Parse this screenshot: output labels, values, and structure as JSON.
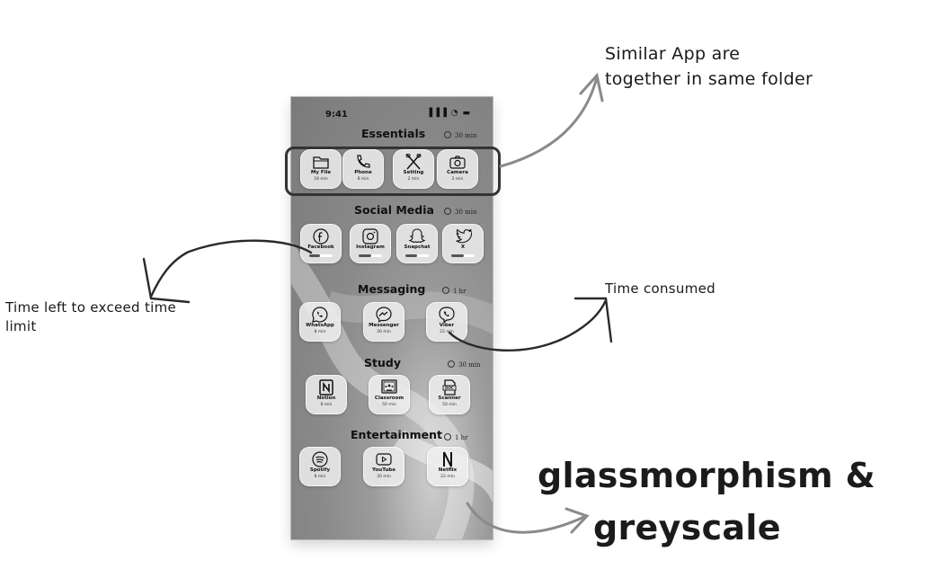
{
  "annotations": {
    "folder_note_line1": "Similar App are",
    "folder_note_line2": "together in same folder",
    "time_left_line1": "Time left to exceed time",
    "time_left_line2": "limit",
    "time_consumed": "Time consumed",
    "style_line1": "glassmorphism &",
    "style_line2": "greyscale"
  },
  "phone": {
    "status_time": "9:41",
    "status_icons": "▐▐▐ ◔ ▬",
    "sections": [
      {
        "title": "Essentials",
        "limit": "30 min",
        "apps": [
          {
            "name": "My File",
            "sub": "18 min",
            "icon": "folder-icon"
          },
          {
            "name": "Phone",
            "sub": "8 min",
            "icon": "phone-icon"
          },
          {
            "name": "Setting",
            "sub": "2 min",
            "icon": "settings-tools-icon"
          },
          {
            "name": "Camera",
            "sub": "2 min",
            "icon": "camera-icon"
          }
        ]
      },
      {
        "title": "Social Media",
        "limit": "30 min",
        "apps": [
          {
            "name": "Facebook",
            "icon": "facebook-icon",
            "progress": 0.45
          },
          {
            "name": "Instagram",
            "icon": "instagram-icon",
            "progress": 0.55
          },
          {
            "name": "Snapchat",
            "icon": "snapchat-icon",
            "progress": 0.5
          },
          {
            "name": "X",
            "icon": "twitter-bird-icon",
            "progress": 0.55
          }
        ]
      },
      {
        "title": "Messaging",
        "limit": "1 hr",
        "apps": [
          {
            "name": "WhatsApp",
            "sub": "8 min",
            "icon": "whatsapp-icon"
          },
          {
            "name": "Messenger",
            "sub": "30 min",
            "icon": "messenger-icon"
          },
          {
            "name": "Viber",
            "sub": "22 min",
            "icon": "viber-icon"
          }
        ]
      },
      {
        "title": "Study",
        "limit": "30 min",
        "apps": [
          {
            "name": "Notion",
            "sub": "8 min",
            "icon": "notion-icon"
          },
          {
            "name": "Classroom",
            "sub": "50 min",
            "icon": "classroom-icon"
          },
          {
            "name": "Scanner",
            "sub": "50 min",
            "icon": "doc-scanner-icon"
          }
        ]
      },
      {
        "title": "Entertainment",
        "limit": "1 hr",
        "apps": [
          {
            "name": "Spotify",
            "sub": "8 min",
            "icon": "spotify-icon"
          },
          {
            "name": "YouTube",
            "sub": "30 min",
            "icon": "youtube-icon"
          },
          {
            "name": "Netflix",
            "sub": "22 min",
            "icon": "netflix-icon"
          }
        ]
      }
    ]
  }
}
